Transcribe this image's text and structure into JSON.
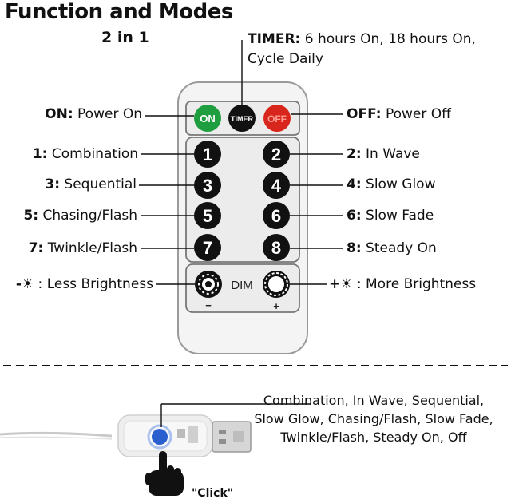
{
  "title": "Function and Modes",
  "subtitle": "2 in 1",
  "timer": {
    "key": "TIMER:",
    "text": " 6 hours On, 18 hours On, Cycle Daily"
  },
  "buttons": {
    "on": "ON",
    "timer": "TIMER",
    "off": "OFF",
    "dim": "DIM",
    "minus": "−",
    "plus": "+"
  },
  "labels": {
    "on": {
      "key": "ON:",
      "text": " Power On"
    },
    "off": {
      "key": "OFF:",
      "text": " Power Off"
    },
    "m1": {
      "key": "1:",
      "text": " Combination"
    },
    "m2": {
      "key": "2:",
      "text": " In Wave"
    },
    "m3": {
      "key": "3:",
      "text": " Sequential"
    },
    "m4": {
      "key": "4:",
      "text": " Slow Glow"
    },
    "m5": {
      "key": "5:",
      "text": " Chasing/Flash"
    },
    "m6": {
      "key": "6:",
      "text": " Slow Fade"
    },
    "m7": {
      "key": "7:",
      "text": " Twinkle/Flash"
    },
    "m8": {
      "key": "8:",
      "text": " Steady On"
    },
    "less": {
      "key": "-☀",
      "text": " : Less Brightness"
    },
    "more": {
      "key": "+☀",
      "text": " : More Brightness"
    }
  },
  "numbers": [
    "1",
    "2",
    "3",
    "4",
    "5",
    "6",
    "7",
    "8"
  ],
  "usb_description": "Combination, In Wave, Sequential, Slow Glow, Chasing/Flash, Slow Fade, Twinkle/Flash, Steady On, Off",
  "click_label": "\"Click\"",
  "colors": {
    "on_button": "#1e9e3e",
    "off_button": "#d9261c",
    "timer_button": "#111111",
    "usb_button": "#2a5fd0"
  }
}
